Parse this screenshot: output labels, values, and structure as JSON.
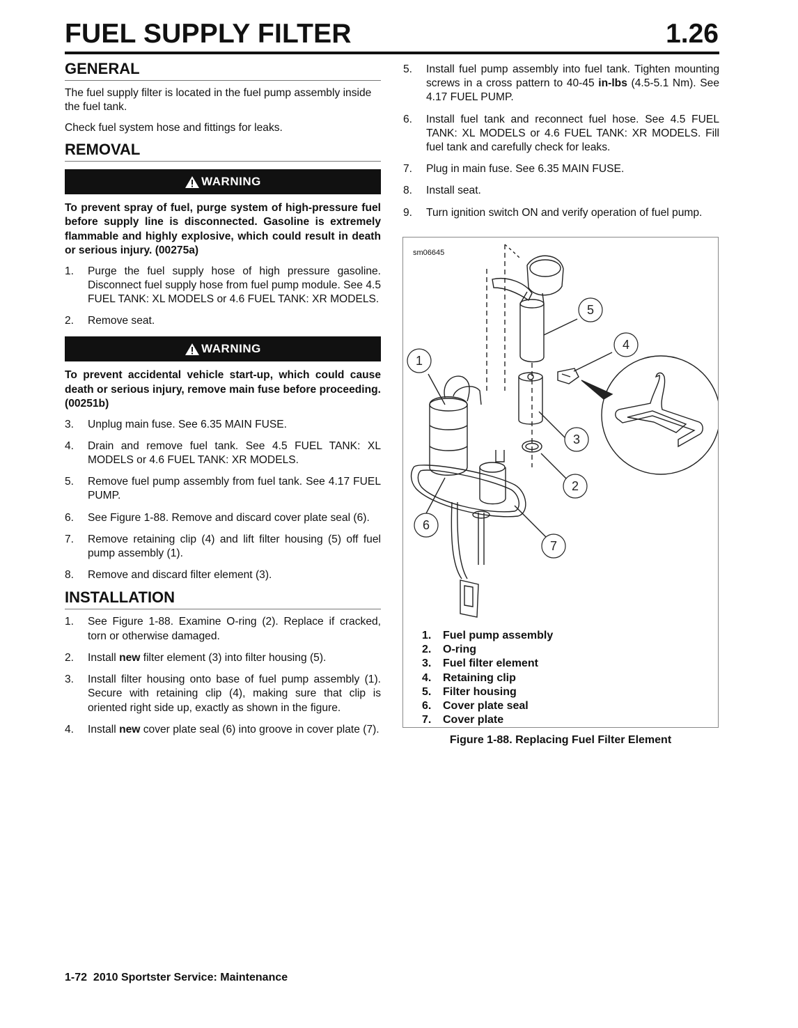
{
  "header": {
    "title": "FUEL SUPPLY FILTER",
    "section_number": "1.26"
  },
  "general": {
    "heading": "GENERAL",
    "paragraphs": [
      "The fuel supply filter is located in the fuel pump assembly inside the fuel tank.",
      "Check fuel system hose and fittings for leaks."
    ]
  },
  "removal": {
    "heading": "REMOVAL",
    "warning1": {
      "label": "WARNING",
      "text": "To prevent spray of fuel, purge system of high-pressure fuel before supply line is disconnected. Gasoline is extremely flammable and highly explosive, which could result in death or serious injury. (00275a)"
    },
    "steps_a": [
      {
        "num": "1.",
        "text": "Purge the fuel supply hose of high pressure gasoline. Disconnect fuel supply hose from fuel pump module. See 4.5 FUEL TANK: XL MODELS or 4.6 FUEL TANK: XR MODELS."
      },
      {
        "num": "2.",
        "text": "Remove seat."
      }
    ],
    "warning2": {
      "label": "WARNING",
      "text": "To prevent accidental vehicle start-up, which could cause death or serious injury, remove main fuse before proceeding. (00251b)"
    },
    "steps_b": [
      {
        "num": "3.",
        "text": "Unplug main fuse. See 6.35 MAIN FUSE."
      },
      {
        "num": "4.",
        "text": "Drain and remove fuel tank. See 4.5 FUEL TANK: XL MODELS or 4.6 FUEL TANK: XR MODELS."
      },
      {
        "num": "5.",
        "text": "Remove fuel pump assembly from fuel tank. See 4.17 FUEL PUMP."
      },
      {
        "num": "6.",
        "text": "See Figure 1-88. Remove and discard cover plate seal (6)."
      },
      {
        "num": "7.",
        "text": "Remove retaining clip (4) and lift filter housing (5) off fuel pump assembly (1)."
      },
      {
        "num": "8.",
        "text": "Remove and discard filter element (3)."
      }
    ]
  },
  "installation": {
    "heading": "INSTALLATION",
    "steps": [
      {
        "num": "1.",
        "text": "See Figure 1-88. Examine O-ring (2). Replace if cracked, torn or otherwise damaged."
      },
      {
        "num": "2.",
        "pre": "Install ",
        "bold": "new",
        "post": " filter element (3) into filter housing (5)."
      },
      {
        "num": "3.",
        "text": "Install filter housing onto base of fuel pump assembly (1). Secure with retaining clip (4), making sure that clip is oriented right side up, exactly as shown in the figure."
      },
      {
        "num": "4.",
        "pre": "Install ",
        "bold": "new",
        "post": " cover plate seal (6) into groove in cover plate (7)."
      },
      {
        "num": "5.",
        "pre": "Install fuel pump assembly into fuel tank. Tighten mounting screws in a cross pattern to 40-45 ",
        "bold": "in-lbs",
        "post": " (4.5-5.1 Nm). See 4.17 FUEL PUMP."
      },
      {
        "num": "6.",
        "text": "Install fuel tank and reconnect fuel hose. See 4.5 FUEL TANK: XL MODELS or 4.6 FUEL TANK: XR MODELS. Fill fuel tank and carefully check for leaks."
      },
      {
        "num": "7.",
        "text": "Plug in main fuse. See 6.35 MAIN FUSE."
      },
      {
        "num": "8.",
        "text": "Install seat."
      },
      {
        "num": "9.",
        "text": "Turn ignition switch ON and verify operation of fuel pump."
      }
    ]
  },
  "figure": {
    "id": "sm06645",
    "callouts": [
      "1",
      "2",
      "3",
      "4",
      "5",
      "6",
      "7"
    ],
    "legend": [
      {
        "num": "1.",
        "label": "Fuel pump assembly"
      },
      {
        "num": "2.",
        "label": "O-ring"
      },
      {
        "num": "3.",
        "label": "Fuel filter element"
      },
      {
        "num": "4.",
        "label": "Retaining clip"
      },
      {
        "num": "5.",
        "label": "Filter housing"
      },
      {
        "num": "6.",
        "label": "Cover plate seal"
      },
      {
        "num": "7.",
        "label": "Cover plate"
      }
    ],
    "caption": "Figure 1-88. Replacing Fuel Filter Element"
  },
  "footer": {
    "text": "1-72  2010 Sportster Service: Maintenance"
  }
}
